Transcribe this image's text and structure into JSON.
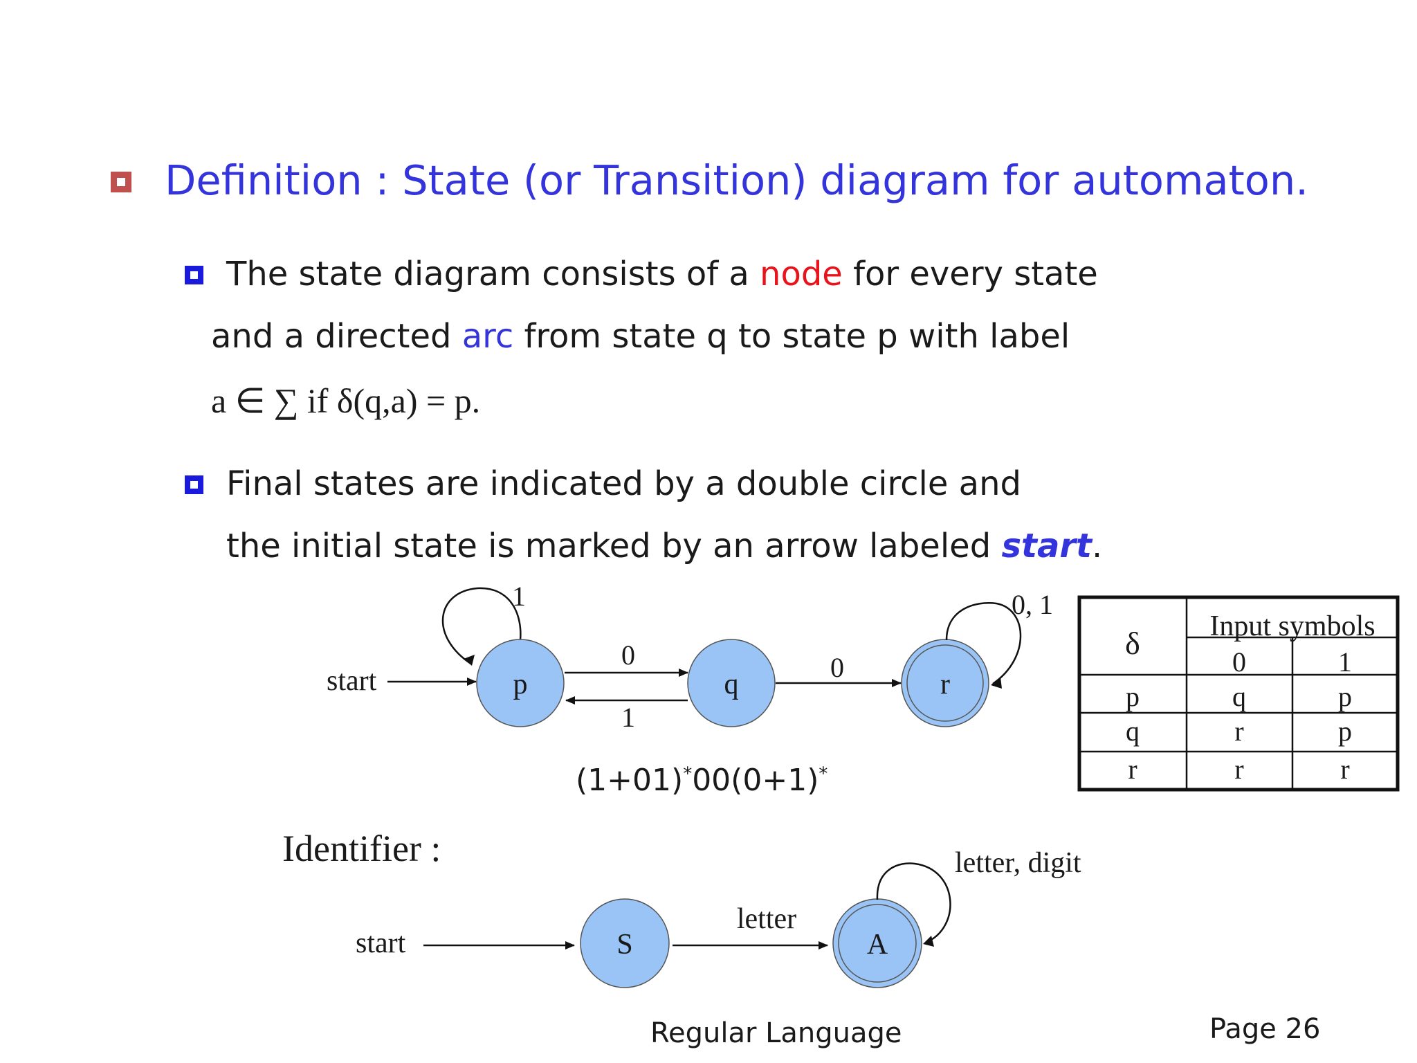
{
  "heading": "Definition : State (or Transition) diagram for automaton.",
  "bullet1": {
    "line1_a": "The state diagram consists of a ",
    "line1_node": "node",
    "line1_b": " for every state",
    "line2_a": "and a directed ",
    "line2_arc": "arc",
    "line2_b": " from state q to state p with label",
    "line3_math": "a ∈ ∑   if   δ(q,a) = p."
  },
  "bullet2": {
    "line1": "Final states are indicated by a double circle and",
    "line2_a": "the initial state is marked by an arrow labeled ",
    "line2_start": "start",
    "line2_end": "."
  },
  "diagram1": {
    "start_label": "start",
    "states": [
      "p",
      "q",
      "r"
    ],
    "final_state": "r",
    "edge_p_self": "1",
    "edge_p_q": "0",
    "edge_q_p": "1",
    "edge_q_r": "0",
    "edge_r_self": "0, 1",
    "regex_base": "(1+01)",
    "regex_sup1": "*",
    "regex_mid": "00(0+1)",
    "regex_sup2": "*"
  },
  "transition_table": {
    "delta": "δ",
    "input_header": "Input symbols",
    "symbols": [
      "0",
      "1"
    ],
    "rows": [
      {
        "state": "p",
        "on0": "q",
        "on1": "p"
      },
      {
        "state": "q",
        "on0": "r",
        "on1": "p"
      },
      {
        "state": "r",
        "on0": "r",
        "on1": "r"
      }
    ]
  },
  "diagram2": {
    "title": "Identifier :",
    "start_label": "start",
    "states": [
      "S",
      "A"
    ],
    "final_state": "A",
    "edge_S_A": "letter",
    "edge_A_self": "letter, digit"
  },
  "footer": {
    "center": "Regular Language",
    "page": "Page 26"
  },
  "colors": {
    "heading": "#3434dc",
    "accent_red": "#e8141b",
    "node_fill": "#99c4f5",
    "bullet_level1": "#c0504d",
    "bullet_level2": "#1a1adc"
  }
}
